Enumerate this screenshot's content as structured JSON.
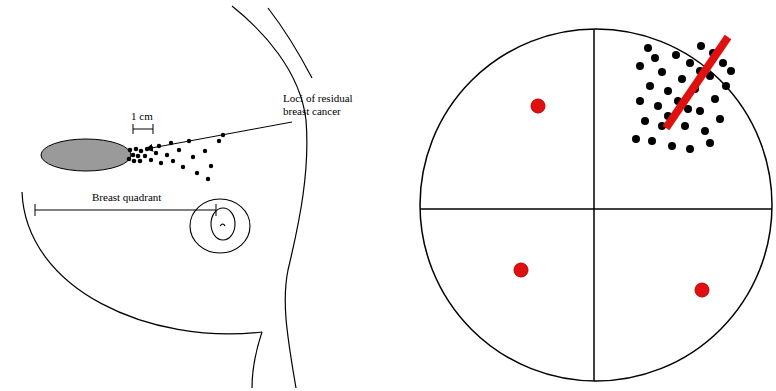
{
  "diagram": {
    "labels": [
      "1 cm",
      "Loci of residual breast cancer",
      "Breast quadrant"
    ]
  }
}
